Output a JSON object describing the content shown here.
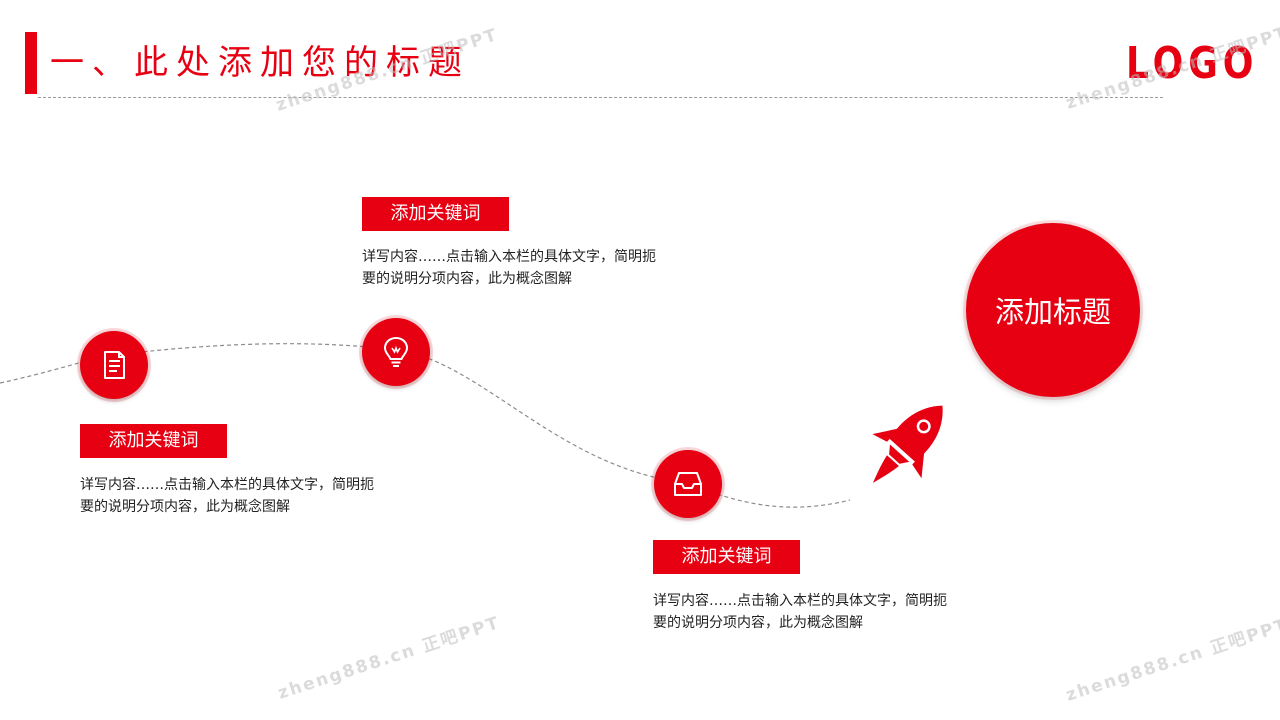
{
  "header": {
    "title": "一、此处添加您的标题",
    "logo": "LOGO"
  },
  "watermark": {
    "text": "zheng888.cn 正吧PPT"
  },
  "path_nodes": [
    {
      "icon": "document-icon",
      "keyword": "添加关键词",
      "description_line1": "详写内容……点击输入本栏的具体文字，简明扼",
      "description_line2": "要的说明分项内容，此为概念图解"
    },
    {
      "icon": "lightbulb-icon",
      "keyword": "添加关键词",
      "description_line1": "详写内容……点击输入本栏的具体文字，简明扼",
      "description_line2": "要的说明分项内容，此为概念图解"
    },
    {
      "icon": "inbox-tray-icon",
      "keyword": "添加关键词",
      "description_line1": "详写内容……点击输入本栏的具体文字，简明扼",
      "description_line2": "要的说明分项内容，此为概念图解"
    }
  ],
  "goal": {
    "title": "添加标题",
    "icon": "rocket-icon"
  },
  "colors": {
    "accent": "#e60012",
    "text": "#222222",
    "dash": "#9a9a9a"
  }
}
